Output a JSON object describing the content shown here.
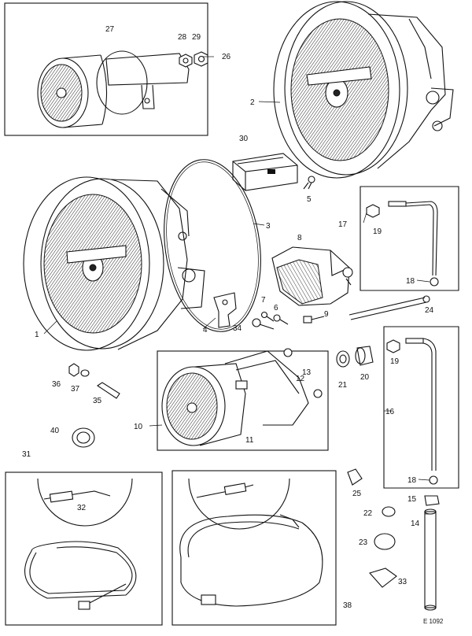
{
  "callouts": [
    {
      "key": "n1",
      "text": "1"
    },
    {
      "key": "n2",
      "text": "2"
    },
    {
      "key": "n3",
      "text": "3"
    },
    {
      "key": "n4",
      "text": "4"
    },
    {
      "key": "n5",
      "text": "5"
    },
    {
      "key": "n6",
      "text": "6"
    },
    {
      "key": "n7",
      "text": "7"
    },
    {
      "key": "n8",
      "text": "8"
    },
    {
      "key": "n9",
      "text": "9"
    },
    {
      "key": "n10",
      "text": "10"
    },
    {
      "key": "n11",
      "text": "11"
    },
    {
      "key": "n12",
      "text": "12"
    },
    {
      "key": "n13",
      "text": "13"
    },
    {
      "key": "n14",
      "text": "14"
    },
    {
      "key": "n15",
      "text": "15"
    },
    {
      "key": "n16",
      "text": "16"
    },
    {
      "key": "n17",
      "text": "17"
    },
    {
      "key": "n18a",
      "text": "18"
    },
    {
      "key": "n18b",
      "text": "18"
    },
    {
      "key": "n19a",
      "text": "19"
    },
    {
      "key": "n19b",
      "text": "19"
    },
    {
      "key": "n20",
      "text": "20"
    },
    {
      "key": "n21",
      "text": "21"
    },
    {
      "key": "n22",
      "text": "22"
    },
    {
      "key": "n23",
      "text": "23"
    },
    {
      "key": "n24",
      "text": "24"
    },
    {
      "key": "n25",
      "text": "25"
    },
    {
      "key": "n26",
      "text": "26"
    },
    {
      "key": "n27",
      "text": "27"
    },
    {
      "key": "n28",
      "text": "28"
    },
    {
      "key": "n29",
      "text": "29"
    },
    {
      "key": "n30",
      "text": "30"
    },
    {
      "key": "n31",
      "text": "31"
    },
    {
      "key": "n32",
      "text": "32"
    },
    {
      "key": "n33",
      "text": "33"
    },
    {
      "key": "n34",
      "text": "34"
    },
    {
      "key": "n35",
      "text": "35"
    },
    {
      "key": "n36",
      "text": "36"
    },
    {
      "key": "n37",
      "text": "37"
    },
    {
      "key": "n38",
      "text": "38"
    },
    {
      "key": "n40",
      "text": "40"
    }
  ],
  "figure_code": "E 1092"
}
